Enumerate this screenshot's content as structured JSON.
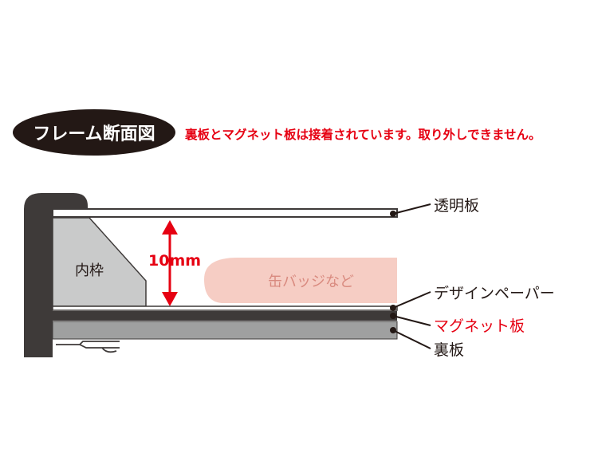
{
  "badge": {
    "title": "フレーム断面図"
  },
  "note": "裏板とマグネット板は接着されています。取り外しできません。",
  "parts": {
    "inner_frame": "内枠",
    "gap": "10mm",
    "content": "缶バッジなど",
    "clear_plate": "透明板",
    "design_paper": "デザインペーパー",
    "magnet_plate": "マグネット板",
    "back_plate": "裏板"
  },
  "colors": {
    "accent_red": "#e60012",
    "badge_bg": "#231815",
    "frame_dark": "#3e3a39",
    "inner_gray": "#c9caca",
    "back_gray": "#9fa0a0",
    "pink": "#f6cdc4",
    "pink_text": "#d98a7f"
  }
}
